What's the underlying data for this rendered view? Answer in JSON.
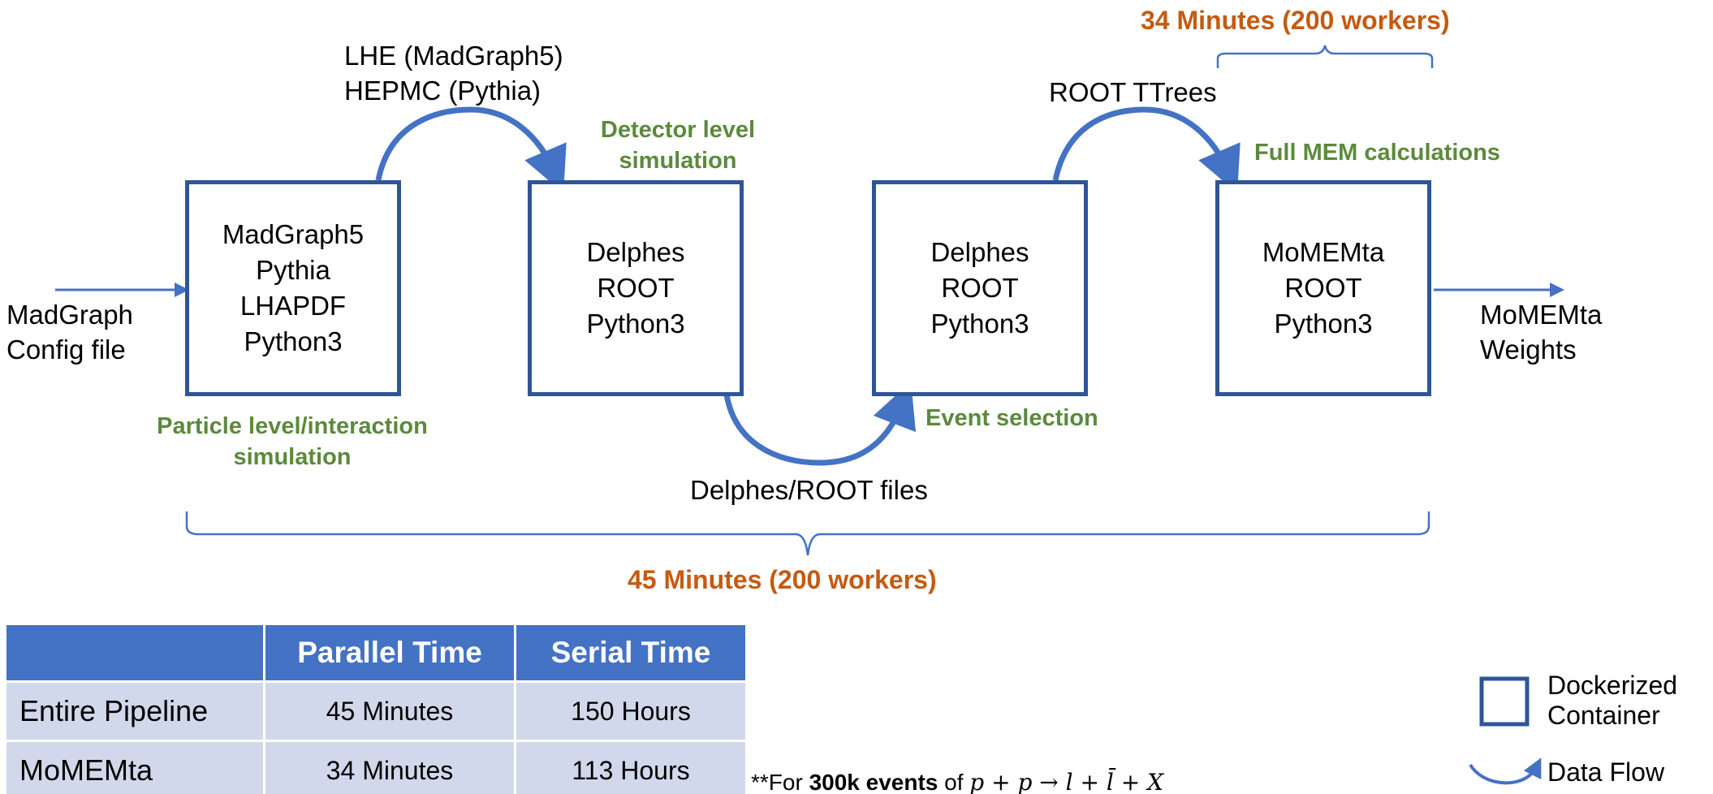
{
  "pipeline": {
    "input_label": [
      "MadGraph",
      "Config file"
    ],
    "output_label": [
      "MoMEMta",
      "Weights"
    ],
    "containers": [
      {
        "lines": [
          "MadGraph5",
          "Pythia",
          "LHAPDF",
          "Python3"
        ]
      },
      {
        "lines": [
          "Delphes",
          "ROOT",
          "Python3"
        ]
      },
      {
        "lines": [
          "Delphes",
          "ROOT",
          "Python3"
        ]
      },
      {
        "lines": [
          "MoMEMta",
          "ROOT",
          "Python3"
        ]
      }
    ],
    "flows": {
      "lhe_hepmc": [
        "LHE (MadGraph5)",
        "HEPMC (Pythia)"
      ],
      "delphes_root_files": "Delphes/ROOT files",
      "root_ttrees": "ROOT TTrees"
    },
    "stages": {
      "particle_level": [
        "Particle level/interaction",
        "simulation"
      ],
      "detector_level": [
        "Detector level",
        "simulation"
      ],
      "event_selection": "Event selection",
      "full_mem": "Full MEM calculations"
    },
    "timings": {
      "momemta_time": "34 Minutes (200 workers)",
      "total_time": "45 Minutes (200 workers)"
    },
    "colors": {
      "box": "#2e5597",
      "arrow": "#4472c4",
      "green": "#5b8a3c",
      "orange": "#c55a11"
    }
  },
  "table": {
    "headers": [
      "",
      "Parallel Time",
      "Serial Time"
    ],
    "rows": [
      {
        "label": "Entire Pipeline",
        "parallel": "45 Minutes",
        "serial": "150 Hours"
      },
      {
        "label": "MoMEMta",
        "parallel": "34 Minutes",
        "serial": "113 Hours"
      }
    ]
  },
  "footnote": {
    "prefix": "**For ",
    "bold": "300k events",
    "middle": " of ",
    "process": "p + p → l + l̄ + X"
  },
  "legend": {
    "container": [
      "Dockerized",
      "Container"
    ],
    "data_flow": "Data Flow"
  }
}
